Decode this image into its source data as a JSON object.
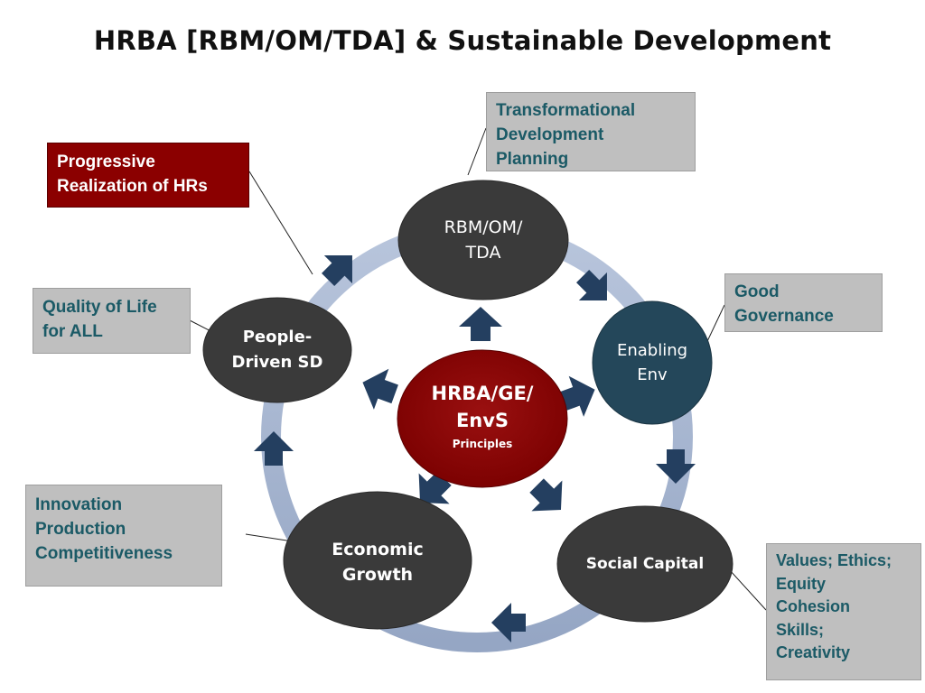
{
  "title": "HRBA [RBM/OM/TDA] & Sustainable Development",
  "center": {
    "lines": [
      "HRBA/GE/",
      "EnvS"
    ],
    "sub": "Principles"
  },
  "nodes": {
    "rbm": {
      "lines": [
        "RBM/OM/",
        "TDA"
      ]
    },
    "enabling": {
      "lines": [
        "Enabling",
        "Env"
      ]
    },
    "social": {
      "lines": [
        "Social Capital"
      ]
    },
    "economic": {
      "lines": [
        "Economic",
        "Growth"
      ]
    },
    "people": {
      "lines": [
        "People-",
        "Driven SD"
      ]
    }
  },
  "boxes": {
    "tdp": {
      "lines": [
        "Transformational",
        "Development",
        "Planning"
      ]
    },
    "progressive": {
      "lines": [
        "Progressive",
        "Realization of HRs"
      ]
    },
    "quality": {
      "lines": [
        "Quality of Life",
        "for ALL"
      ]
    },
    "governance": {
      "lines": [
        "Good",
        "Governance"
      ]
    },
    "innovation": {
      "lines": [
        "Innovation",
        "Production",
        "Competitiveness"
      ]
    },
    "values": {
      "lines": [
        "Values; Ethics;",
        "Equity",
        "Cohesion",
        "Skills;",
        "Creativity"
      ]
    }
  },
  "colors": {
    "dark_node": "#3a3a3a",
    "enabling_node": "#24475a",
    "center_node": "#8b0000",
    "arrow": "#243f60",
    "ring": "#a9b7d1",
    "grey_box": "#bfbfbf",
    "grey_box_text": "#1b5a66",
    "red_box": "#8b0000"
  }
}
